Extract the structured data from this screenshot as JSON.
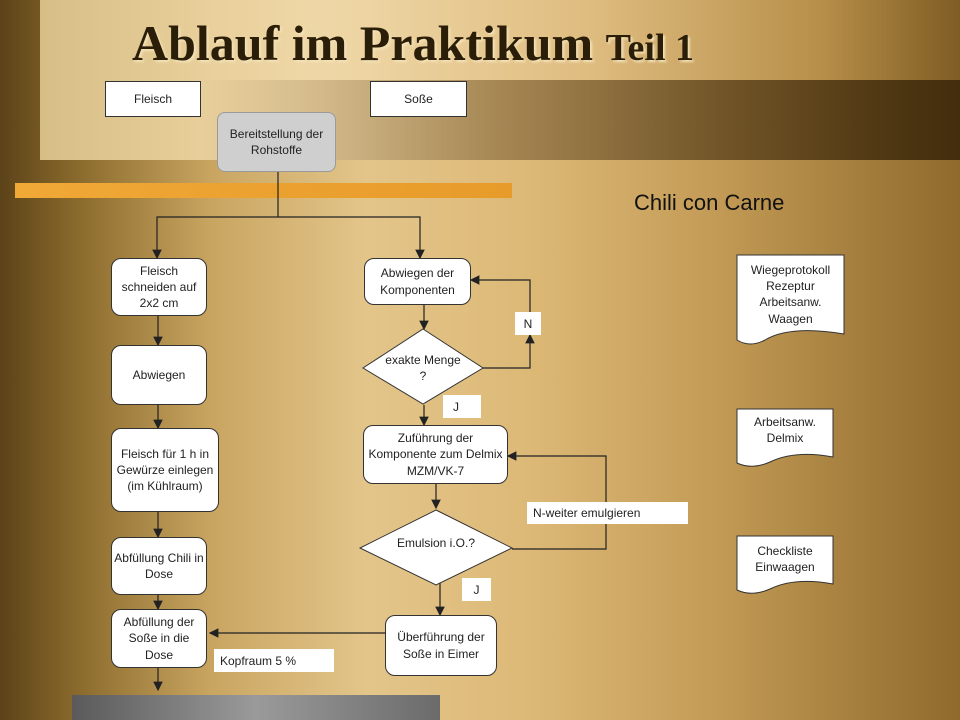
{
  "slide": {
    "title_main": "Ablauf im Praktikum",
    "title_part": "Teil 1",
    "subtitle": "Chili con Carne"
  },
  "flow": {
    "fleisch": "Fleisch",
    "sosse": "Soße",
    "bereitstellung": "Bereitstellung der Rohstoffe",
    "schneiden": "Fleisch schneiden auf 2x2 cm",
    "abwiegen_left": "Abwiegen",
    "einlegen": "Fleisch für 1 h in Gewürze einlegen (im Kühlraum)",
    "abfuellung_chili": "Abfüllung Chili in Dose",
    "abfuellung_sosse": "Abfüllung der Soße in die Dose",
    "abwiegen_komp": "Abwiegen der Komponenten",
    "exakte_menge": "exakte Menge ?",
    "zufuehrung": "Zuführung der Komponente zum Delmix MZM/VK-7",
    "emulsion": "Emulsion i.O.?",
    "ueberfuehrung": "Überführung der Soße in Eimer"
  },
  "labels": {
    "n1": "N",
    "j1": "J",
    "n_weiter": "N-weiter  emulgieren",
    "j2": "J",
    "kopfraum": "Kopfraum 5 %"
  },
  "documents": {
    "doc1": "Wiegeprotokoll Rezeptur Arbeitsanw. Waagen",
    "doc2": "Arbeitsanw. Delmix",
    "doc3": "Checkliste Einwaagen"
  },
  "colors": {
    "stripe": "#ee a336",
    "title": "#2b1e08"
  }
}
